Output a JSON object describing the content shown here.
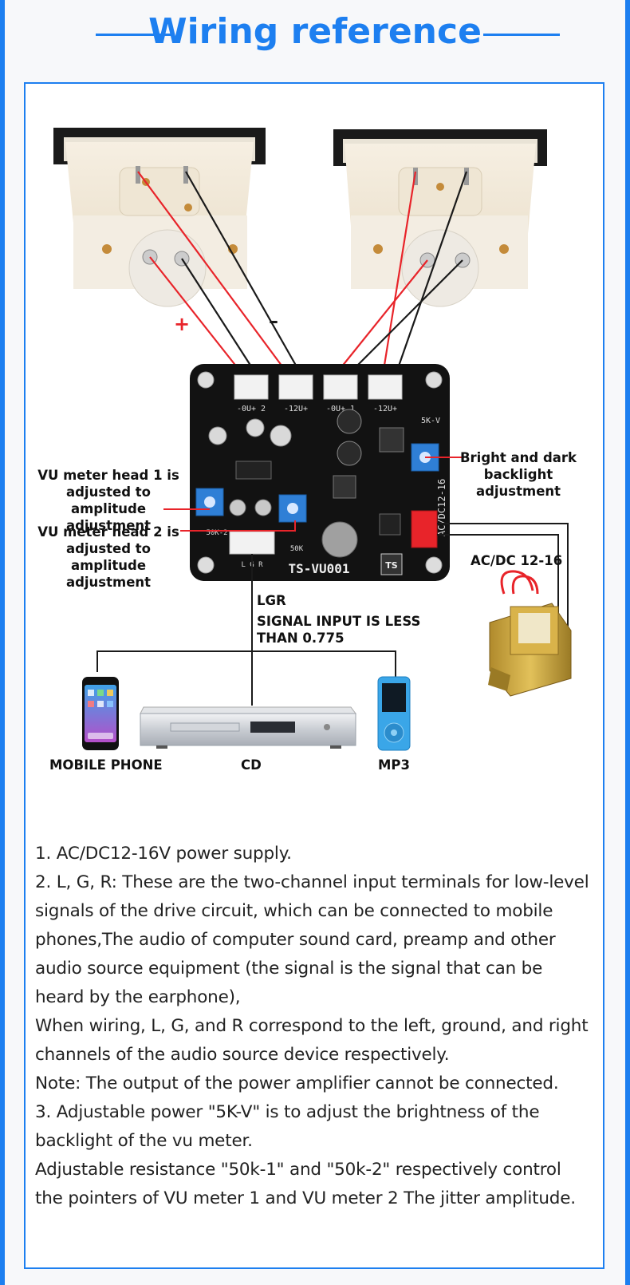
{
  "header": {
    "title": "Wiring reference"
  },
  "diagram": {
    "plus_sign": "+",
    "minus_sign": "–",
    "board": {
      "model": "TS-VU001",
      "logo": "TS",
      "connector_labels": [
        "-0U+ 2",
        "-12U+",
        "-0U+ 1",
        "-12U+"
      ],
      "trim_5k_v": "5K-V",
      "acdc_silk": "AC/DC12-16",
      "pot_50k": "50K",
      "pot_50k_2": "50K-2",
      "input_pins": "L G R"
    },
    "labels": {
      "meter1_adjust": "VU meter head 1 is\nadjusted to amplitude\nadjustment",
      "meter2_adjust": "VU meter head 2 is\nadjusted to amplitude\nadjustment",
      "backlight_adjust": "Bright and dark\nbacklight adjustment",
      "power": "AC/DC 12-16",
      "lgr": "LGR",
      "signal_input": "SIGNAL INPUT IS LESS\nTHAN 0.775",
      "mobile_phone": "MOBILE PHONE",
      "cd": "CD",
      "mp3": "MP3"
    }
  },
  "notes": [
    "1. AC/DC12-16V power supply.",
    "2. L, G, R: These are the two-channel input terminals for low-level signals of the drive circuit, which can be connected to mobile phones,The audio of computer sound card, preamp and other audio source equipment (the signal is the signal that can be heard by the earphone),",
    "When wiring, L, G, and R correspond to the left, ground, and right channels of the audio source device respectively.",
    "Note: The output of the power amplifier cannot be connected.",
    "3. Adjustable power \"5K-V\" is to adjust the brightness of the backlight of the vu meter.",
    "Adjustable resistance \"50k-1\" and \"50k-2\" respectively control the pointers of VU meter 1 and VU meter 2 The jitter amplitude."
  ],
  "colors": {
    "accent": "#1d7ff0",
    "wire_red": "#e8242a",
    "wire_black": "#1a1a1a",
    "pcb": "#121212",
    "trimmer_blue": "#2f7fd6"
  }
}
